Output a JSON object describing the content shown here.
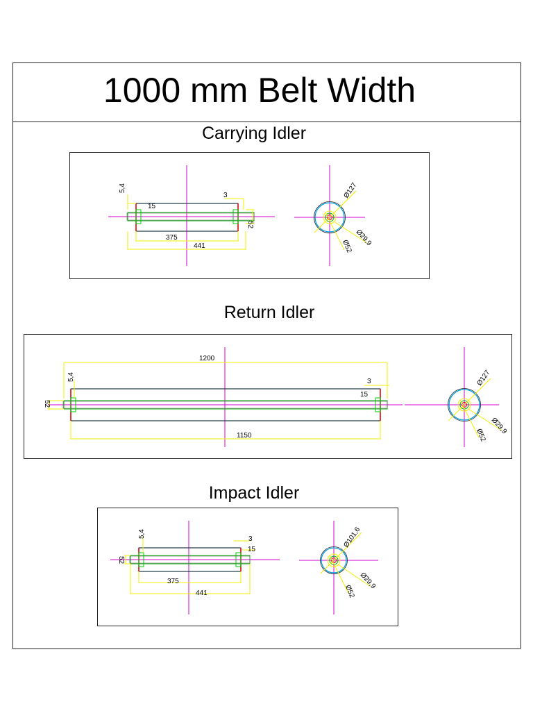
{
  "title": "1000 mm Belt Width",
  "colors": {
    "dimension": "#f0f000",
    "centerline": "#d000d0",
    "shaft": "#00aa00",
    "roll_body": "#00a0e0",
    "end_face": "#e00000",
    "outline": "#222222"
  },
  "sections": {
    "carrying": {
      "title": "Carrying Idler",
      "side_view": {
        "top_offset": "5,4",
        "bearing": "15",
        "gap": "3",
        "shaft_dia": "52",
        "roll_length": "375",
        "shaft_length": "441"
      },
      "end_view": {
        "roll_dia": "Ø127",
        "bore": "Ø29,9",
        "hub": "Ø52"
      }
    },
    "return": {
      "title": "Return Idler",
      "side_view": {
        "top_offset": "5,4",
        "bearing": "15",
        "gap": "3",
        "shaft_dia": "52",
        "overall_length": "1200",
        "roll_length": "1150"
      },
      "end_view": {
        "roll_dia": "Ø127",
        "bore": "Ø29,9",
        "hub": "Ø52"
      }
    },
    "impact": {
      "title": "Impact Idler",
      "side_view": {
        "top_offset": "5,4",
        "bearing": "15",
        "gap": "3",
        "shaft_dia": "52",
        "roll_length": "375",
        "shaft_length": "441"
      },
      "end_view": {
        "roll_dia": "Ø101,6",
        "bore": "Ø29,9",
        "hub": "Ø52"
      }
    }
  }
}
